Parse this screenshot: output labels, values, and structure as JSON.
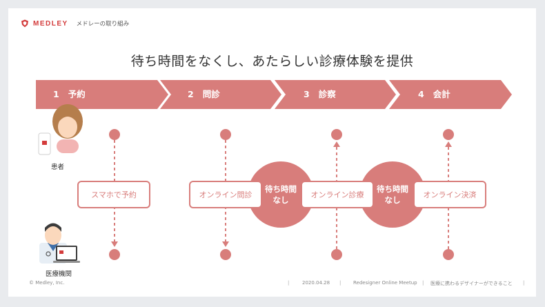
{
  "header": {
    "brand_name": "MEDLEY",
    "subtitle": "メドレーの取り組み",
    "logo_icon": "medley-shield-logo"
  },
  "title": "待ち時間をなくし、あたらしい診療体験を提供",
  "steps": [
    {
      "label": "1   予約"
    },
    {
      "label": "2   問診"
    },
    {
      "label": "3   診察"
    },
    {
      "label": "4   会計"
    }
  ],
  "roles": {
    "patient": "患者",
    "medical": "医療機関"
  },
  "actions": [
    {
      "label": "スマホで予約"
    },
    {
      "label": "オンライン問診"
    },
    {
      "label": "オンライン診療"
    },
    {
      "label": "オンライン決済"
    }
  ],
  "waits": [
    {
      "label": "待ち時間\nなし"
    },
    {
      "label": "待ち時間\nなし"
    }
  ],
  "footer": {
    "copyright": "© Medley, Inc.",
    "date": "2020.04.28",
    "event": "Redesigner Online Meetup",
    "talk": "医療に携わるデザイナーができること",
    "separator": "|"
  },
  "colors": {
    "accent": "#d87d7b",
    "brand": "#d33b3b",
    "background": "#e9ebee"
  }
}
